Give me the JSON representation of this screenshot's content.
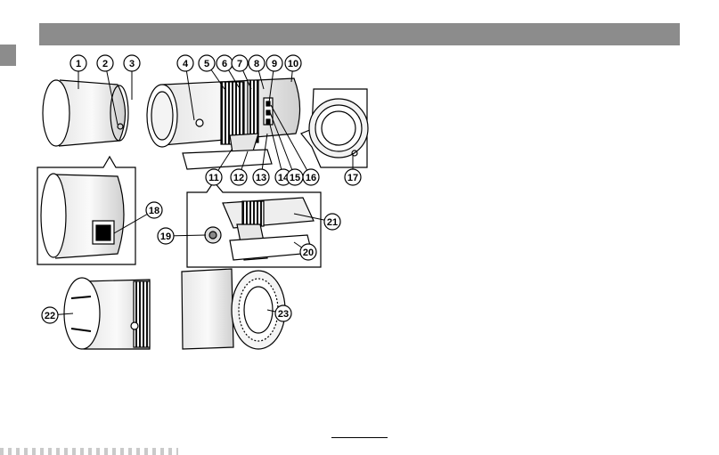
{
  "callouts": [
    "1",
    "2",
    "3",
    "4",
    "5",
    "6",
    "7",
    "8",
    "9",
    "10",
    "11",
    "12",
    "13",
    "14",
    "15",
    "16",
    "17",
    "18",
    "19",
    "20",
    "21",
    "22",
    "23"
  ],
  "colors": {
    "header": "#8c8c8c",
    "ink": "#000000",
    "paper": "#ffffff"
  }
}
